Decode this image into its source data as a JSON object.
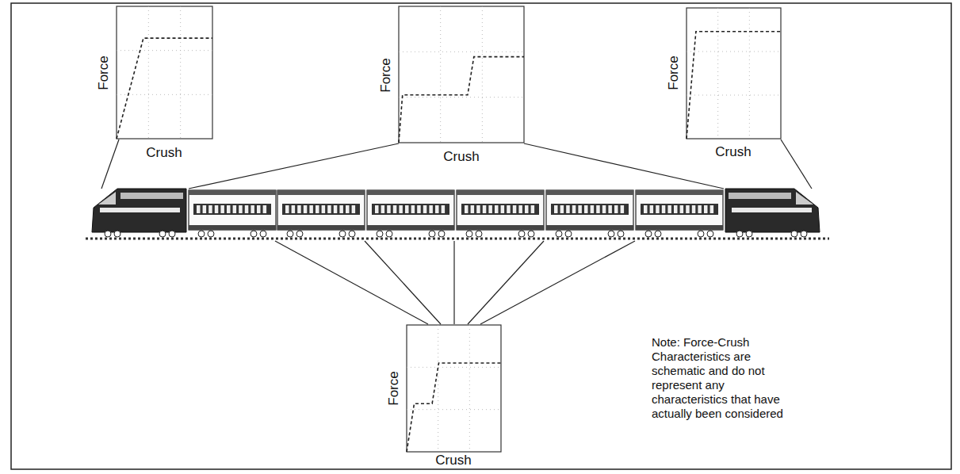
{
  "diagram": {
    "labels": [
      "Force",
      "Crush",
      "Force",
      "Crush",
      "Force",
      "Crush",
      "Force",
      "Crush",
      "Note: Force-Crush Characteristics are schematic and do not represent any characteristics that have actually been considered"
    ]
  }
}
